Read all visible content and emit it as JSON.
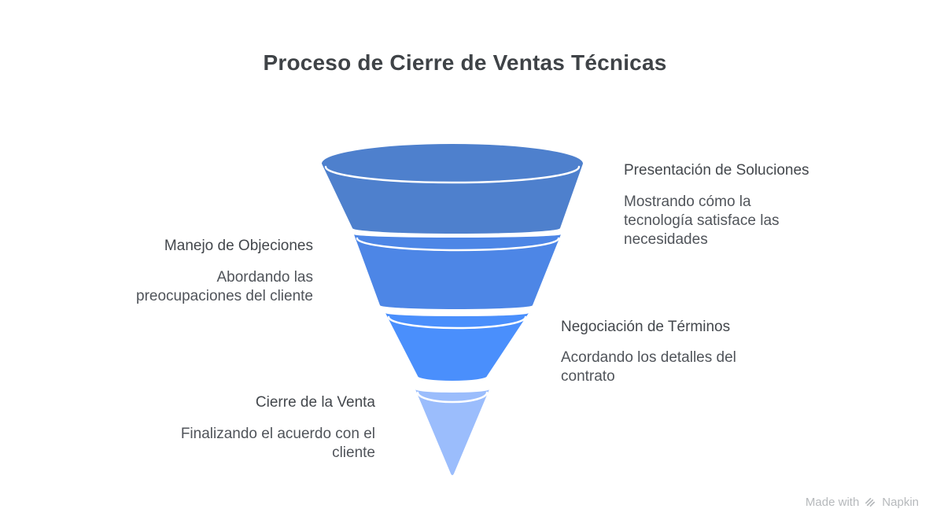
{
  "title": "Proceso de Cierre de Ventas Técnicas",
  "stages": [
    {
      "name": "Presentación de Soluciones",
      "description": "Mostrando cómo la tecnología satisface las necesidades",
      "color": "#4e80cd",
      "side": "right"
    },
    {
      "name": "Manejo de Objeciones",
      "description": "Abordando las preocupaciones del cliente",
      "color": "#4d86e6",
      "side": "left"
    },
    {
      "name": "Negociación de Términos",
      "description": "Acordando los detalles del contrato",
      "color": "#4a8ffc",
      "side": "right"
    },
    {
      "name": "Cierre de la Venta",
      "description": "Finalizando el acuerdo con el cliente",
      "color": "#9bbdfc",
      "side": "left"
    }
  ],
  "watermark": {
    "prefix": "Made with",
    "brand": "Napkin"
  },
  "colors": {
    "background": "#ffffff",
    "title_text": "#3f4347",
    "label_heading": "#43474c",
    "label_body": "#50545a",
    "separator_stroke": "#ffffff",
    "watermark_text": "#b6b9bc"
  }
}
